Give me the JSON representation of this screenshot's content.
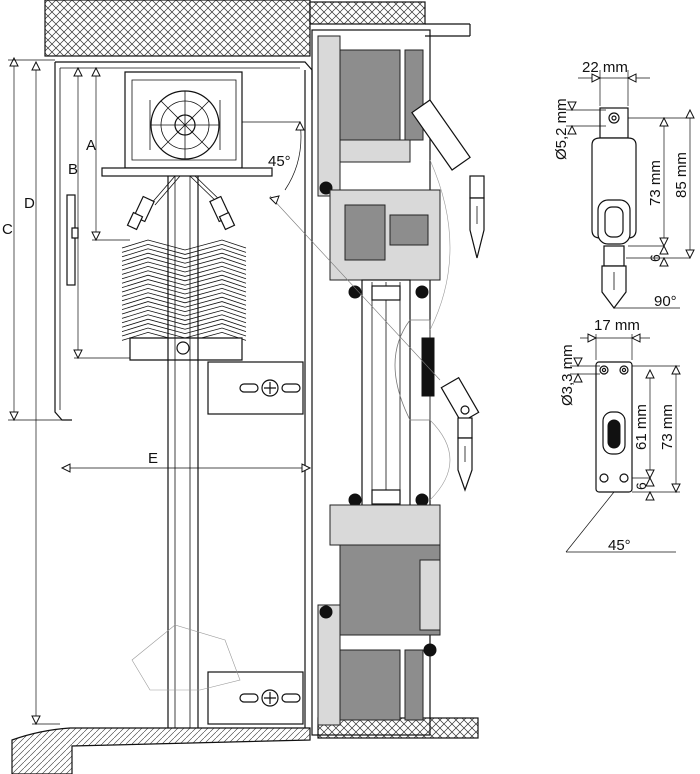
{
  "labels": {
    "a": "A",
    "b": "B",
    "c": "C",
    "d": "D",
    "e": "E",
    "angle_main": "45°"
  },
  "detail_top": {
    "width": "22 mm",
    "hole": "Ø5,2 mm",
    "length_inner": "73 mm",
    "length_outer": "85 mm",
    "offset": "6",
    "angle": "90°"
  },
  "detail_bottom": {
    "width": "17 mm",
    "hole": "Ø3,3 mm",
    "length_inner": "61 mm",
    "length_outer": "73 mm",
    "offset": "6",
    "angle": "45°"
  }
}
